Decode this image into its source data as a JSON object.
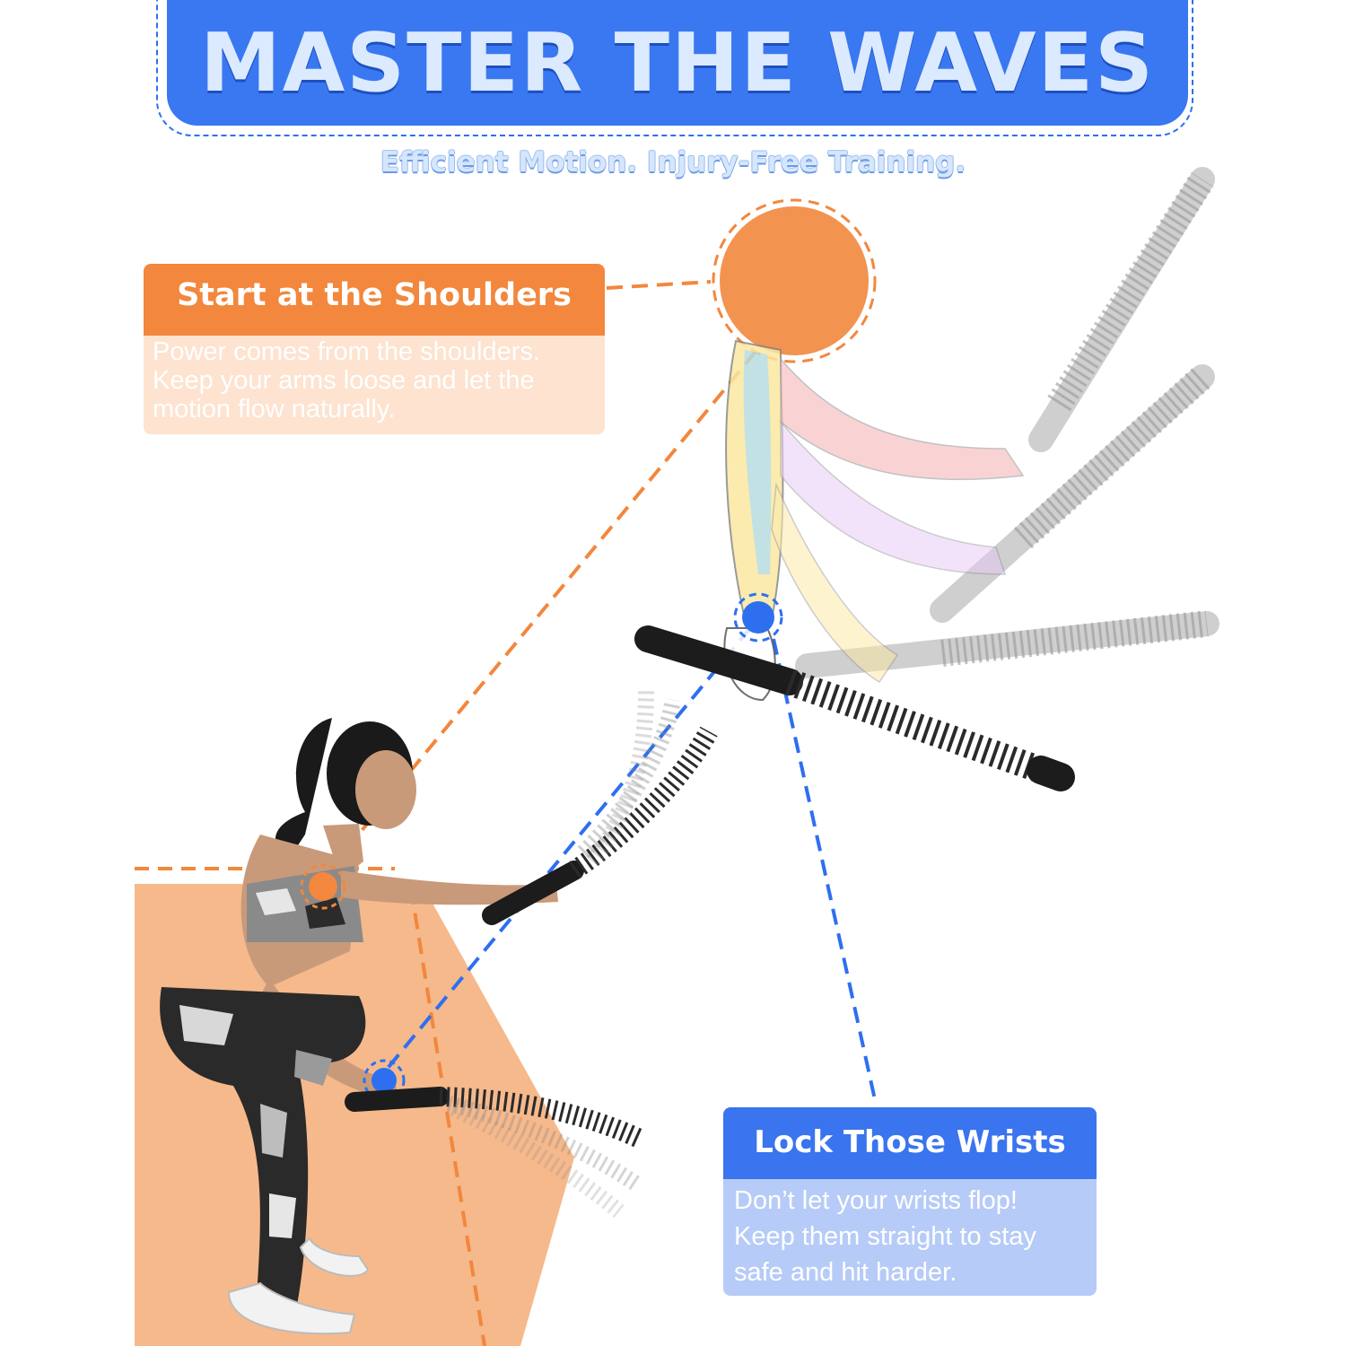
{
  "header": {
    "title": "MASTER THE WAVES",
    "subtitle": "Efficient Motion. Injury-Free Training."
  },
  "callouts": [
    {
      "title": "Start at the Shoulders",
      "body_lines": [
        "Power comes from the shoulders.",
        "Keep your arms loose and let the",
        "motion flow naturally."
      ]
    },
    {
      "title": "Lock Those Wrists",
      "body_lines": [
        "Don’t let your wrists flop!",
        "Keep them straight to stay",
        "safe and hit harder."
      ]
    }
  ],
  "colors": {
    "primary_blue": "#3a78f2",
    "accent_orange": "#f2873d",
    "orange_tint": "#fde3d0",
    "blue_tint": "#b6cbf7"
  }
}
